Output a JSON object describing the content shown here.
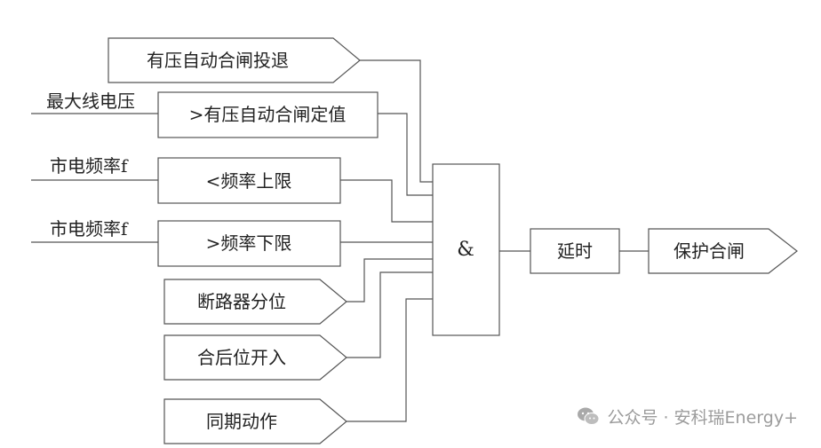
{
  "inputs": {
    "auto_close_enable": "有压自动合闸投退",
    "max_line_voltage": "最大线电压",
    "auto_close_setpoint": ">有压自动合闸定值",
    "grid_freq_a": "市电频率f",
    "freq_upper": "<频率上限",
    "grid_freq_b": "市电频率f",
    "freq_lower": ">频率下限",
    "breaker_open": "断路器分位",
    "close_after_input": "合后位开入",
    "sync_action": "同期动作"
  },
  "and_gate": "&",
  "delay": "延时",
  "output": "保护合闸",
  "watermark": "公众号 · 安科瑞Energy+",
  "watermark_icon": "wechat-icon",
  "colors": {
    "line": "#555555",
    "text": "#222222",
    "watermark": "#9c9c9c"
  }
}
